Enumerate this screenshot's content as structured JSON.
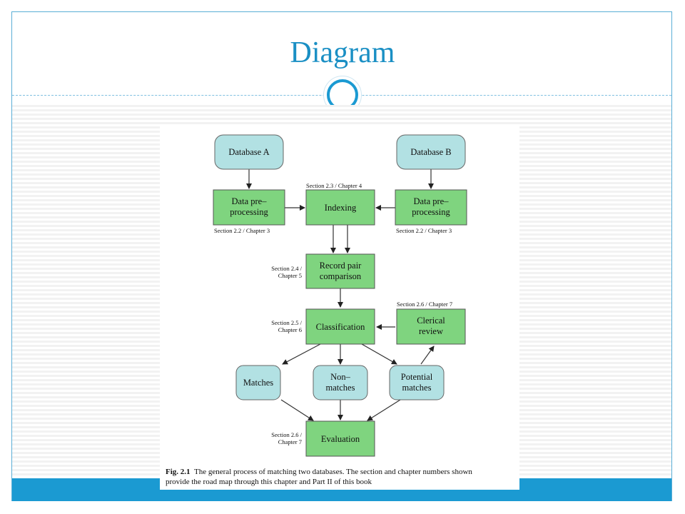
{
  "slide": {
    "title": "Diagram",
    "colors": {
      "accent": "#1b9ad2",
      "title": "#1a8fc4",
      "process_fill": "#7fd47f",
      "data_fill": "#b2e1e3"
    }
  },
  "figure": {
    "nodes": {
      "database_a": {
        "label": "Database A"
      },
      "database_b": {
        "label": "Database B"
      },
      "preproc_a": {
        "line1": "Data pre–",
        "line2": "processing"
      },
      "indexing": {
        "label": "Indexing"
      },
      "preproc_b": {
        "line1": "Data pre–",
        "line2": "processing"
      },
      "record_pair": {
        "line1": "Record pair",
        "line2": "comparison"
      },
      "classification": {
        "label": "Classification"
      },
      "clerical": {
        "line1": "Clerical",
        "line2": "review"
      },
      "matches": {
        "label": "Matches"
      },
      "non_matches": {
        "line1": "Non–",
        "line2": "matches"
      },
      "potential": {
        "line1": "Potential",
        "line2": "matches"
      },
      "evaluation": {
        "label": "Evaluation"
      }
    },
    "annotations": {
      "indexing": "Section 2.3 / Chapter 4",
      "preproc_a": "Section 2.2 / Chapter 3",
      "preproc_b": "Section 2.2 / Chapter 3",
      "record_pair_1": "Section 2.4 /",
      "record_pair_2": "Chapter 5",
      "classification_1": "Section 2.5 /",
      "classification_2": "Chapter 6",
      "clerical": "Section 2.6 / Chapter 7",
      "evaluation_1": "Section 2.6 /",
      "evaluation_2": "Chapter 7"
    },
    "caption": {
      "label": "Fig. 2.1",
      "line1": "The general process of matching two databases. The section and chapter numbers shown",
      "line2": "provide the road map through this chapter and Part II of this book"
    }
  }
}
